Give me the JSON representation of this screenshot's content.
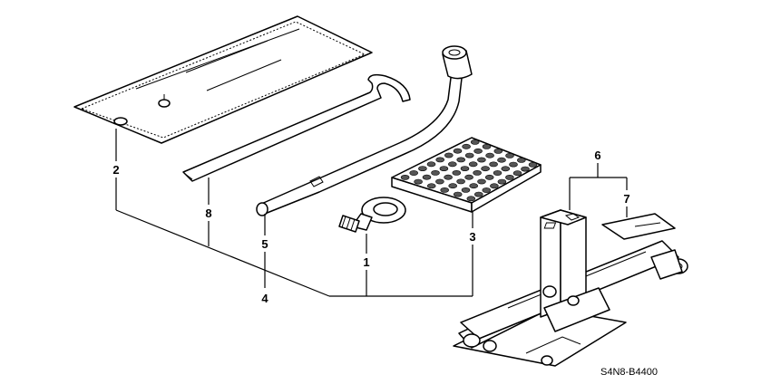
{
  "diagram": {
    "drawing_code": "S4N8-B4400",
    "callouts": {
      "c1": "1",
      "c2": "2",
      "c3": "3",
      "c4": "4",
      "c5": "5",
      "c6": "6",
      "c7": "7",
      "c8": "8"
    }
  }
}
